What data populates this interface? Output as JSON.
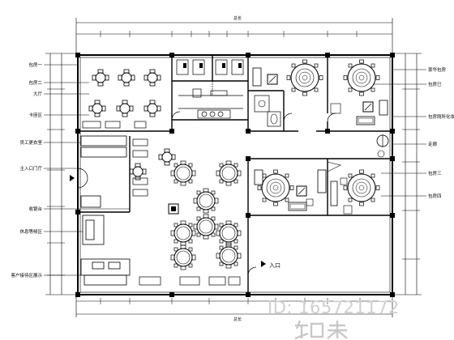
{
  "labels": {
    "top_total": "总长",
    "bottom_total": "总长",
    "entrance": "入口",
    "left": [
      "包房一",
      "包房二",
      "大厅",
      "卡座区",
      "员工更衣室",
      "主入口门厅",
      "收银台",
      "休息等候区",
      "客户接待区展示"
    ],
    "right": [
      "豪华包房",
      "包房已",
      "包房厕所化妆",
      "走廊",
      "包房三",
      "包房四"
    ]
  },
  "icons": [
    "north-arrow-icon",
    "entrance-arrow-icon",
    "door-arrow-icon"
  ]
}
